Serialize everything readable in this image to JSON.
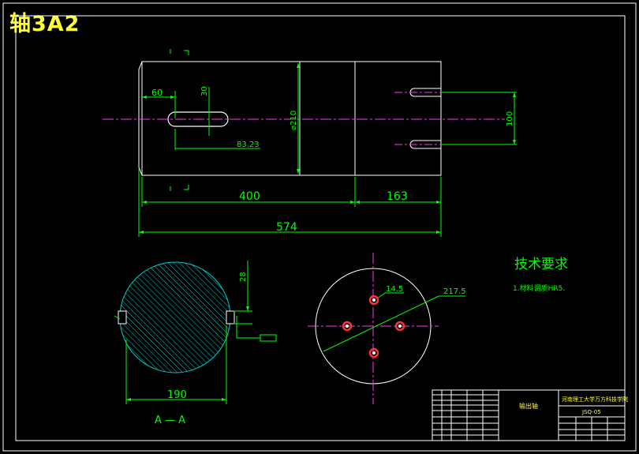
{
  "drawing_title": "轴3A2",
  "colors": {
    "background": "#000000",
    "outline": "#ffffff",
    "dimension": "#00ff00",
    "centerline": "#ff33ff",
    "hatch": "#00cccc",
    "title_text": "#ffff33",
    "notes": "#00ff00",
    "holes": "#ff3333"
  },
  "dimensions": {
    "keyway_offset": "60",
    "keyway_width": "30",
    "keyway_length": "83.23",
    "diameter": "⌀210",
    "length_main": "400",
    "length_end": "163",
    "length_total": "574",
    "slot_spacing": "100",
    "section_width": "190",
    "section_depth": "28",
    "hole_small": "14.5",
    "hole_circle": "217.5"
  },
  "section_label": "A — A",
  "notes": {
    "heading": "技术要求",
    "line1": "1.材料调质HR5."
  },
  "title_block": {
    "part_name": "输出轴",
    "school": "河南理工大学万方科技学院",
    "drawing_no": "JSQ-05"
  }
}
